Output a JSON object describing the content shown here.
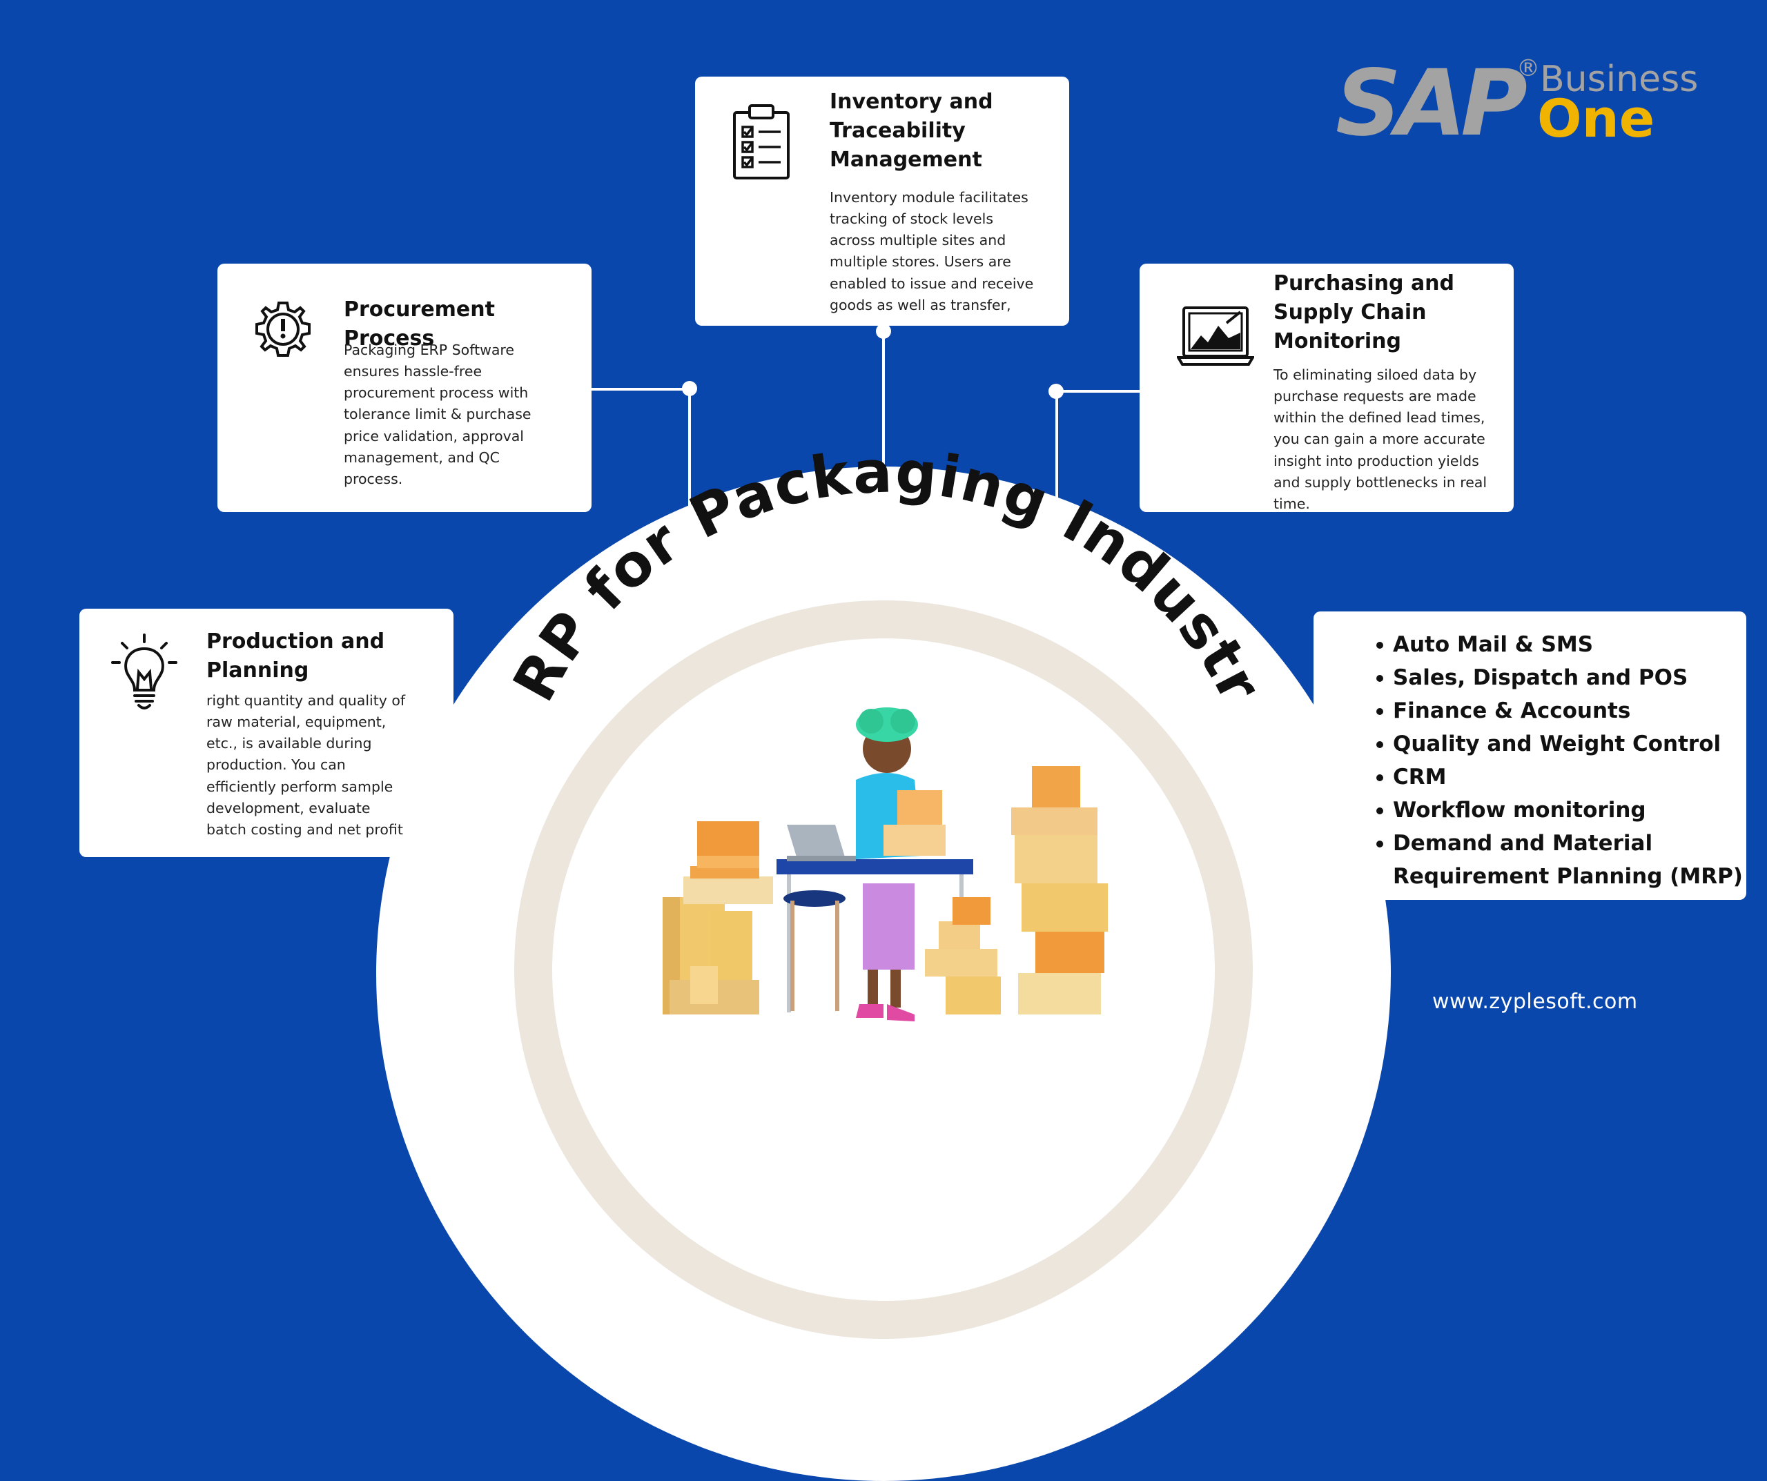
{
  "brand": {
    "logo_main": "SAP",
    "logo_registered": "®",
    "logo_line1": "Business",
    "logo_line2": "One",
    "colors": {
      "sap_gray": "#a3a3a3",
      "business_one_yellow": "#f0b400",
      "background": "#0a47ad"
    }
  },
  "center_title": "ERP for Packaging Industry",
  "cards": {
    "inventory": {
      "icon": "checklist-clipboard-icon",
      "title_lines": [
        "Inventory and",
        "Traceability",
        "Management"
      ],
      "body_lines": [
        "Inventory module facilitates",
        "tracking of stock levels",
        "across multiple sites and",
        "multiple stores. Users are",
        "enabled to issue and receive",
        "goods as well as transfer,"
      ]
    },
    "procurement": {
      "icon": "gear-alert-icon",
      "title_lines": [
        "Procurement Process"
      ],
      "body_lines": [
        "Packaging ERP Software",
        "ensures hassle-free",
        "procurement process with",
        "tolerance limit & purchase",
        "price validation, approval",
        "management, and QC",
        "process."
      ]
    },
    "purchasing": {
      "icon": "laptop-graph-icon",
      "title_lines": [
        "Purchasing and",
        "Supply Chain",
        "Monitoring"
      ],
      "body_lines": [
        "To eliminating siloed data by",
        "purchase requests are made",
        "within the defined lead times,",
        "you can gain a more accurate",
        "insight into production yields",
        "and supply bottlenecks in real",
        "time."
      ]
    },
    "production": {
      "icon": "lightbulb-icon",
      "title_lines": [
        "Production and",
        "Planning"
      ],
      "body_lines": [
        "right quantity and quality of",
        "raw material, equipment,",
        "etc., is available during",
        "production. You can",
        "efficiently perform sample",
        "development, evaluate",
        "batch costing and net profit"
      ]
    }
  },
  "features": [
    "Auto Mail & SMS",
    "Sales, Dispatch and POS",
    "Finance & Accounts",
    "Quality and Weight Control",
    "CRM",
    "Workflow monitoring",
    "Demand and Material"
  ],
  "features_continuation": "Requirement Planning (MRP)",
  "illustration": "person-packing-boxes-illustration",
  "website": "www.zyplesoft.com"
}
